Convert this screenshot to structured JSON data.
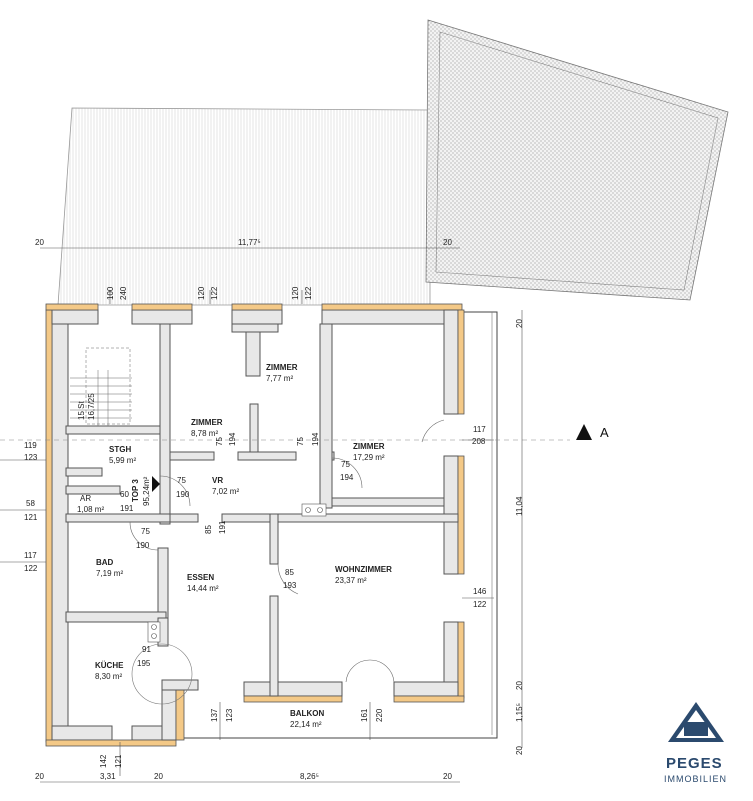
{
  "rooms": {
    "stgh": {
      "name": "STGH",
      "area": "5,99 m²"
    },
    "ar": {
      "name": "AR",
      "area": "1,08 m²"
    },
    "bad": {
      "name": "BAD",
      "area": "7,19 m²"
    },
    "kueche": {
      "name": "KÜCHE",
      "area": "8,30 m²"
    },
    "zimmer1": {
      "name": "ZIMMER",
      "area": "7,77 m²"
    },
    "zimmer2": {
      "name": "ZIMMER",
      "area": "8,78 m²"
    },
    "zimmer3": {
      "name": "ZIMMER",
      "area": "17,29 m²"
    },
    "vr": {
      "name": "VR",
      "area": "7,02 m²"
    },
    "essen": {
      "name": "ESSEN",
      "area": "14,44 m²"
    },
    "wohnzimmer": {
      "name": "WOHNZIMMER",
      "area": "23,37 m²"
    },
    "balkon": {
      "name": "BALKON",
      "area": "22,14 m²"
    }
  },
  "top": {
    "label": "TOP 3",
    "area": "95,24m²"
  },
  "stairs": {
    "label": "15 St",
    "ratio": "16,7/25"
  },
  "section_marker": "A",
  "dims": {
    "top_20a": "20",
    "top_1177": "11,77⁵",
    "top_20b": "20",
    "bot_20a": "20",
    "bot_331": "3,31",
    "bot_20b": "20",
    "bot_826": "8,26⁵",
    "bot_20c": "20",
    "right_20a": "20",
    "right_1104": "11,04",
    "right_20b": "20",
    "right_115": "1,15⁵",
    "right_20c": "20",
    "w100": "100",
    "w240": "240",
    "w120a": "120",
    "w122a": "122",
    "w120b": "120",
    "w122b": "122",
    "l119": "119",
    "l123": "123",
    "l58": "58",
    "l121": "121",
    "l117": "117",
    "l122": "122",
    "r117": "117",
    "r208": "208",
    "r146": "146",
    "r122": "122",
    "d75a": "75",
    "d190a": "190",
    "d60": "60",
    "d191a": "191",
    "d75b": "75",
    "d194a": "194",
    "d75c": "75",
    "d194b": "194",
    "d75d": "75",
    "d194c": "194",
    "d75e": "75",
    "d190b": "190",
    "d85a": "85",
    "d191b": "191",
    "d85b": "85",
    "d193": "193",
    "d91": "91",
    "d195": "195",
    "b137": "137",
    "b123": "123",
    "b161": "161",
    "b220": "220",
    "b142": "142",
    "b121": "121"
  },
  "logo": {
    "name": "PEGES",
    "sub": "IMMOBILIEN",
    "color": "#2b4a6e"
  },
  "colors": {
    "insulation": "#f4c987",
    "wall": "#e8e8e8"
  }
}
